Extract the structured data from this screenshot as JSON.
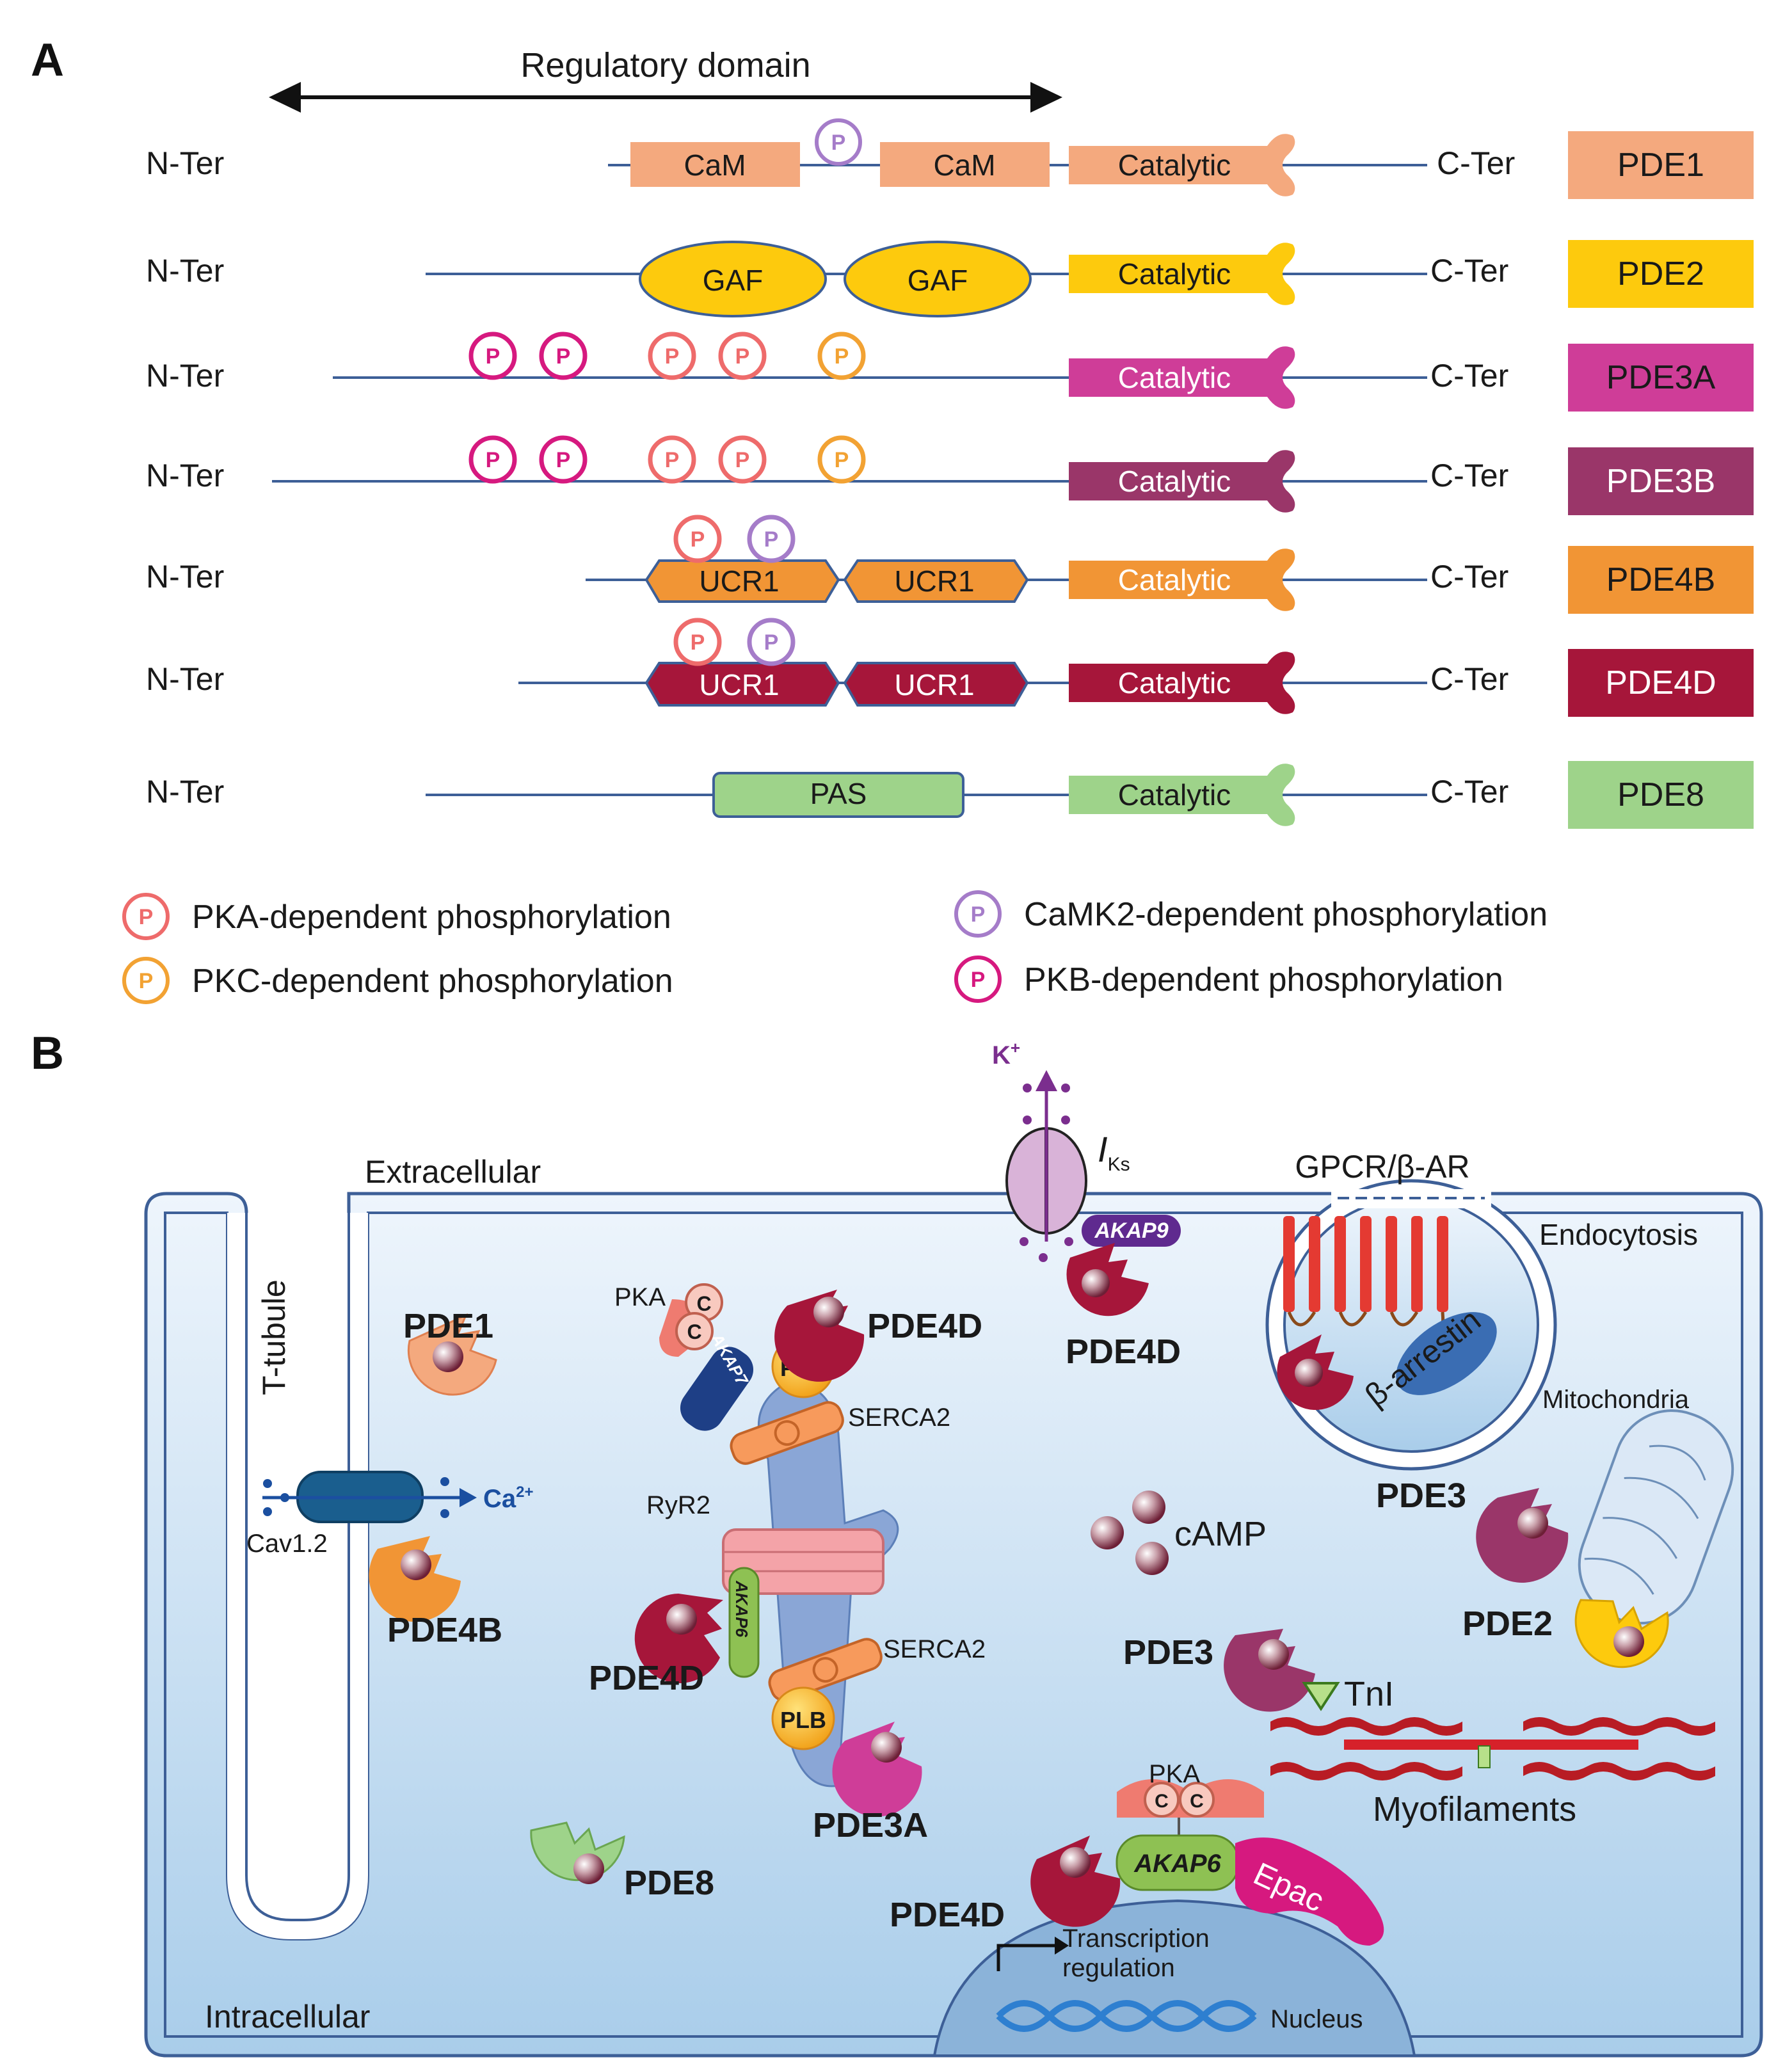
{
  "panel_a": {
    "label": "A",
    "regulatory_domain": "Regulatory domain",
    "n_ter": "N-Ter",
    "c_ter": "C-Ter",
    "catalytic": "Catalytic",
    "p": "P",
    "domains": {
      "cam": "CaM",
      "gaf": "GAF",
      "ucr1": "UCR1",
      "pas": "PAS"
    },
    "isoforms": [
      {
        "name": "PDE1",
        "color": "#f4a97e"
      },
      {
        "name": "PDE2",
        "color": "#fdca0d"
      },
      {
        "name": "PDE3A",
        "color": "#cf3d98"
      },
      {
        "name": "PDE3B",
        "color": "#9a3669"
      },
      {
        "name": "PDE4B",
        "color": "#f19535"
      },
      {
        "name": "PDE4D",
        "color": "#a6163a"
      },
      {
        "name": "PDE8",
        "color": "#9ed38a"
      }
    ],
    "legend": {
      "pka": "PKA-dependent phosphorylation",
      "pkc": "PKC-dependent phosphorylation",
      "camk2": "CaMK2-dependent phosphorylation",
      "pkb": "PKB-dependent phosphorylation"
    },
    "phospho_colors": {
      "pka": "#ee6b6b",
      "pkc": "#f2a233",
      "camk2": "#a57cc9",
      "pkb": "#d6197f"
    }
  },
  "panel_b": {
    "label": "B",
    "extracellular": "Extracellular",
    "intracellular": "Intracellular",
    "t_tubule": "T-tubule",
    "endocytosis": "Endocytosis",
    "gpcr": "GPCR/β-AR",
    "beta_arrestin": "β-arrestin",
    "k_ion": "K",
    "k_sup": "+",
    "iks_i": "I",
    "iks_sub": "Ks",
    "akap9": "AKAP9",
    "akap7": "AKAP7",
    "akap6_long": "AKAP6",
    "akap6": "AKAP6",
    "pka": "PKA",
    "c": "C",
    "plb": "PLB",
    "serca2": "SERCA2",
    "ryr2": "RyR2",
    "cav12": "Cav1.2",
    "ca_ion": "Ca",
    "ca_sup": "2+",
    "camp": "cAMP",
    "mitochondria": "Mitochondria",
    "tni": "TnI",
    "myofilaments": "Myofilaments",
    "epac": "Epac",
    "transcription": "Transcription",
    "regulation": "regulation",
    "nucleus": "Nucleus",
    "pde1": "PDE1",
    "pde4b": "PDE4B",
    "pde4d": "PDE4D",
    "pde3": "PDE3",
    "pde3a": "PDE3A",
    "pde2": "PDE2",
    "pde8": "PDE8"
  }
}
